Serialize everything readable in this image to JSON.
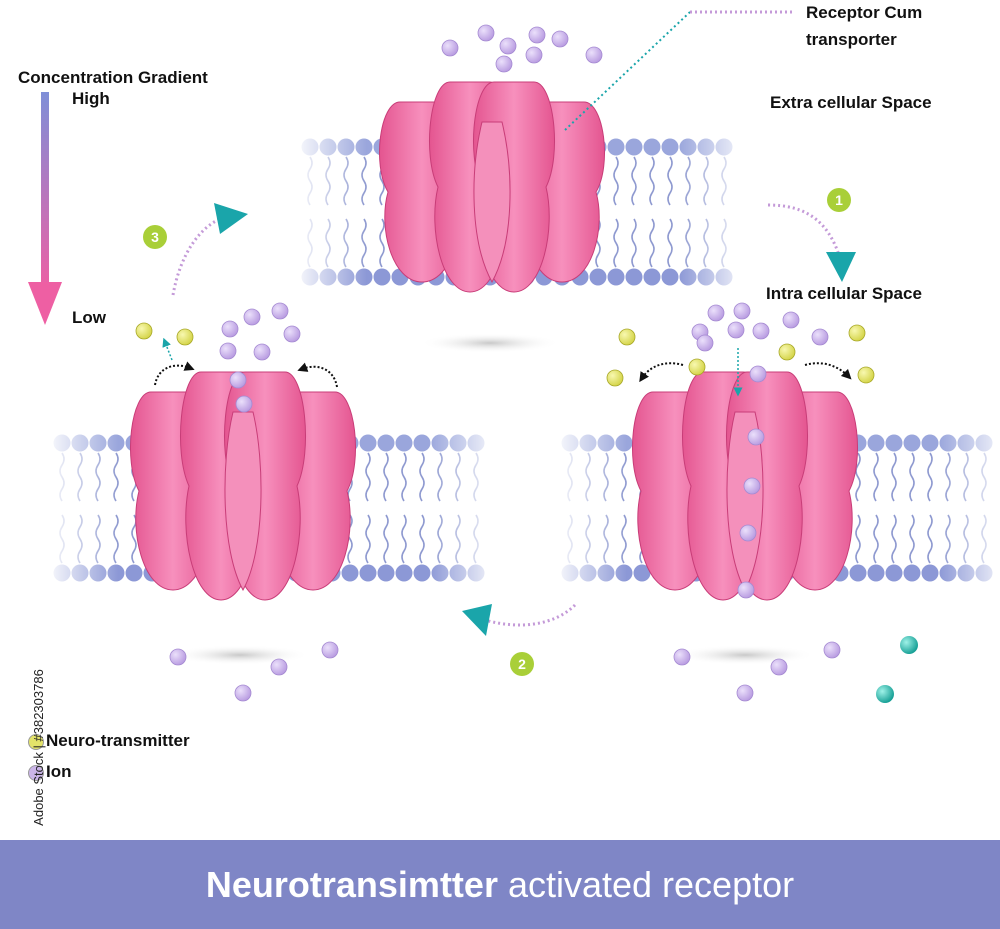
{
  "labels": {
    "concentration_gradient": "Concentration Gradient",
    "high": "High",
    "low": "Low",
    "receptor": "Receptor Cum",
    "receptor_line2": "transporter",
    "extra_cellular": "Extra cellular Space",
    "intra_cellular": "Intra cellular Space"
  },
  "steps": [
    "1",
    "2",
    "3"
  ],
  "legend": [
    {
      "label": "Neuro-transmitter",
      "color": "#e3e36a"
    },
    {
      "label": "Ion",
      "color": "#cbb5e9"
    }
  ],
  "footer": {
    "bold": "Neurotransimtter",
    "regular": "activated receptor"
  },
  "stock_id": "Adobe Stock | #382303786",
  "colors": {
    "protein": "#ee6a9f",
    "protein_dark": "#d94a85",
    "lipid_head": "#9aa6dc",
    "step_badge": "#a9cf38",
    "arrow_teal": "#1aa5aa",
    "arrow_pink": "#c49ad8",
    "footer_bg": "#7f86c6",
    "ion": "#cbb5e9",
    "neuro": "#e3e36a",
    "teal_particle": "#19b2a9"
  }
}
